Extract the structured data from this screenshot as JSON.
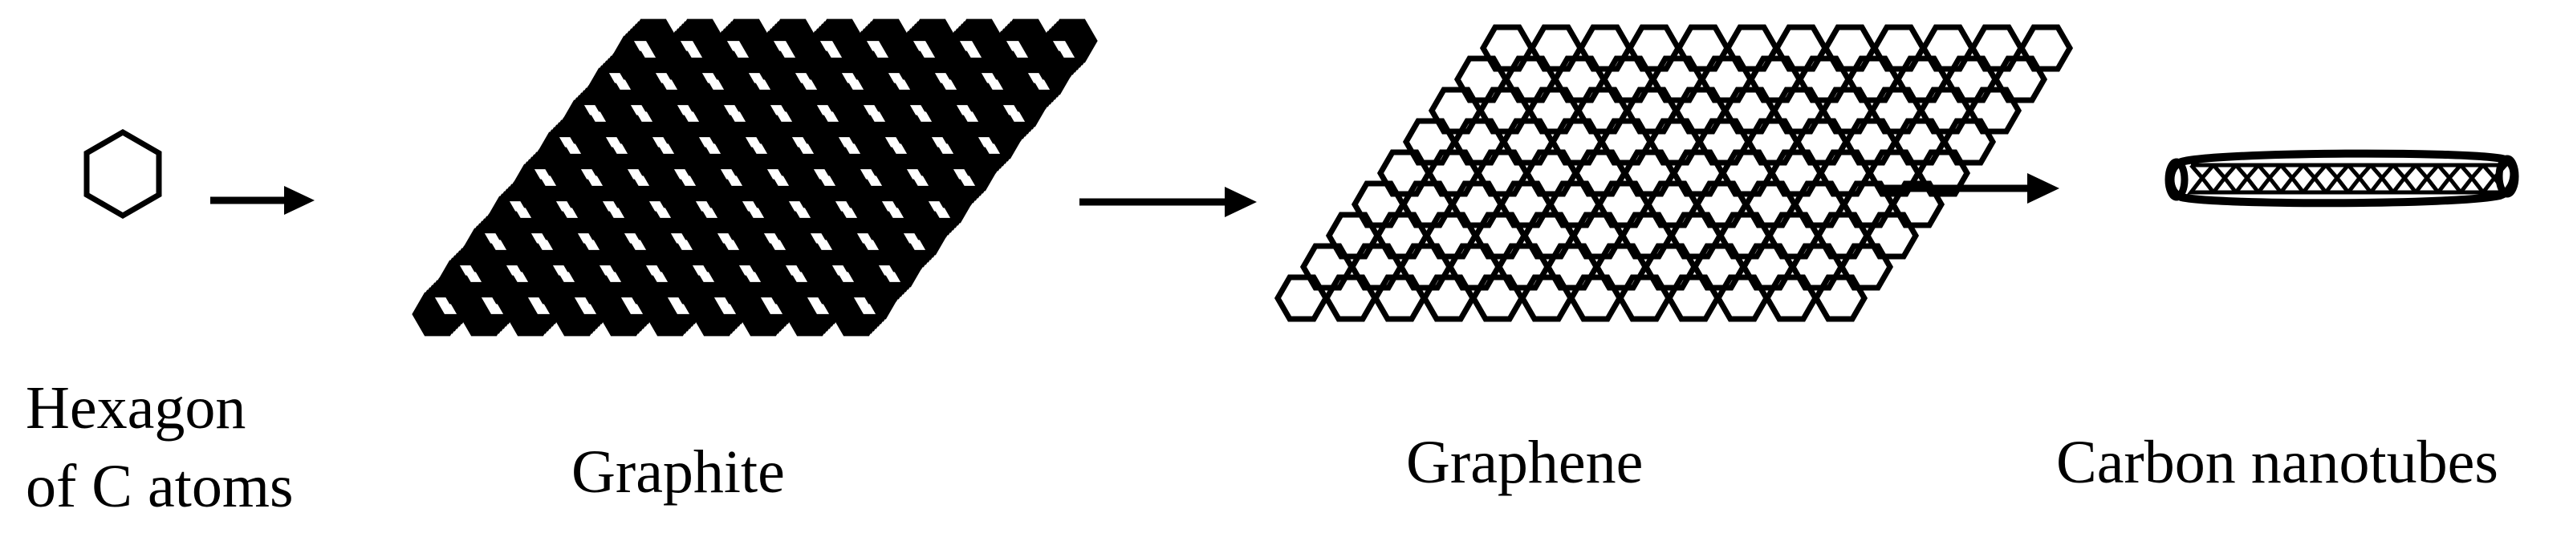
{
  "diagram": {
    "stages": [
      {
        "id": "hexagon",
        "label_lines": [
          "Hexagon",
          "of C atoms"
        ],
        "icon": "single-hexagon"
      },
      {
        "id": "graphite",
        "label": "Graphite",
        "icon": "stacked-hexagonal-sheets"
      },
      {
        "id": "graphene",
        "label": "Graphene",
        "icon": "hexagonal-sheet"
      },
      {
        "id": "nanotubes",
        "label": "Carbon nanotubes",
        "icon": "rolled-hexagonal-tube"
      }
    ],
    "arrows": 3,
    "colors": {
      "stroke": "#000000",
      "background": "#ffffff"
    }
  }
}
